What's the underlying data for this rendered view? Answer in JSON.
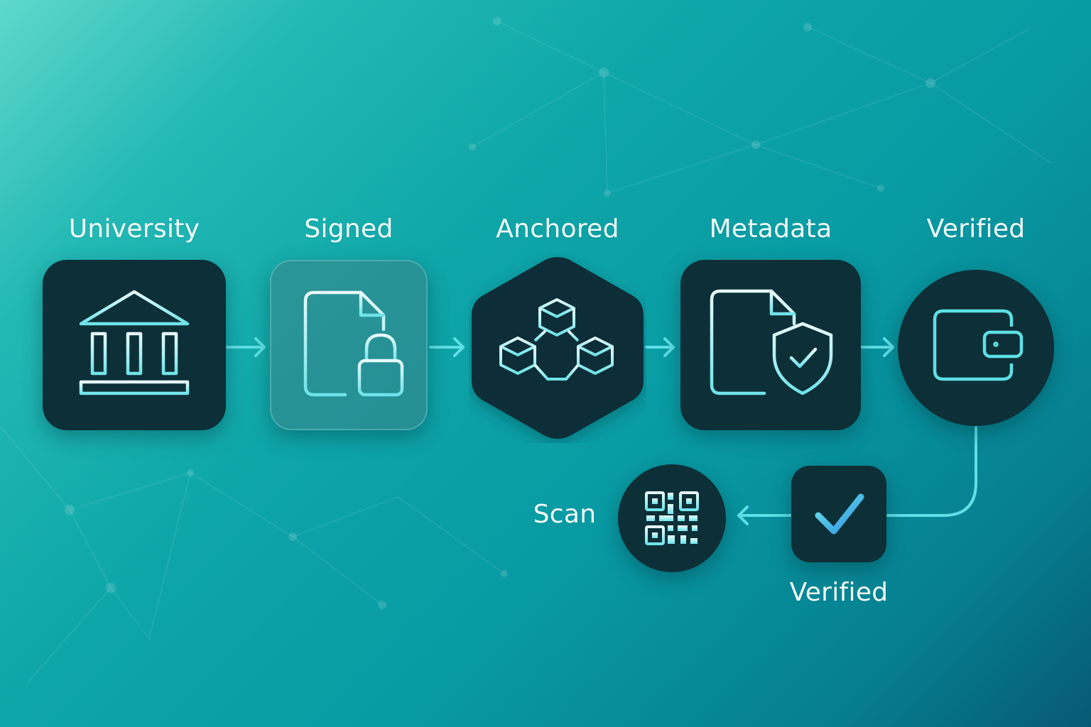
{
  "steps": [
    {
      "label": "University",
      "icon": "bank-building-icon"
    },
    {
      "label": "Signed",
      "icon": "document-lock-icon"
    },
    {
      "label": "Anchored",
      "icon": "blockchain-cubes-icon"
    },
    {
      "label": "Metadata",
      "icon": "document-shield-icon"
    },
    {
      "label": "Verified",
      "icon": "wallet-icon"
    }
  ],
  "lower": {
    "verified_label": "Verified",
    "verified_icon": "checkmark-icon",
    "scan_label": "Scan",
    "scan_icon": "qr-code-icon"
  },
  "colors": {
    "node_dark": "#0d2f37",
    "accent": "#5ee0e6",
    "label": "#f2fbfb"
  }
}
